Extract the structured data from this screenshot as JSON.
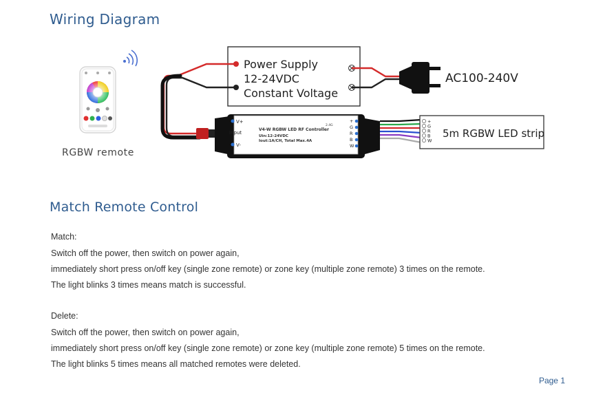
{
  "titles": {
    "wiring": "Wiring Diagram",
    "match_section": "Match Remote Control"
  },
  "diagram": {
    "power_supply": [
      "Power Supply",
      "12-24VDC",
      "Constant Voltage"
    ],
    "ac_input": "AC100-240V",
    "led_strip": "5m RGBW LED strip",
    "remote_caption": "RGBW remote",
    "controller": {
      "input_label": "Input",
      "v_plus": "V+",
      "v_minus": "V-",
      "model": "V4-W   RGBW LED RF Controller",
      "spec1": "Uin:12-24VDC",
      "spec2": "Iout:1A/CH, Total Max.4A",
      "rf": "2.4G",
      "terminals": [
        "+",
        "G",
        "R",
        "B",
        "W"
      ]
    },
    "strip_terminals": [
      "+",
      "G",
      "R",
      "B",
      "W"
    ],
    "colors": {
      "title_blue": "#2f5c8f",
      "wire_red": "#d42a2a",
      "wire_green": "#2aa84a",
      "wire_blue": "#2a4fd0",
      "wire_purple": "#8a3bc2"
    }
  },
  "match": {
    "heading": "Match:",
    "lines": [
      "Switch off the power, then switch on power again,",
      "immediately short press on/off key (single zone remote) or zone key (multiple zone remote) 3 times on the remote.",
      "The light blinks 3 times means match is successful."
    ]
  },
  "delete": {
    "heading": "Delete:",
    "lines": [
      "Switch off the power, then switch on power again,",
      "immediately short press on/off key (single zone remote) or zone key (multiple zone remote) 5 times on the remote.",
      "The light blinks 5 times means all matched remotes were deleted."
    ]
  },
  "page": "Page 1"
}
